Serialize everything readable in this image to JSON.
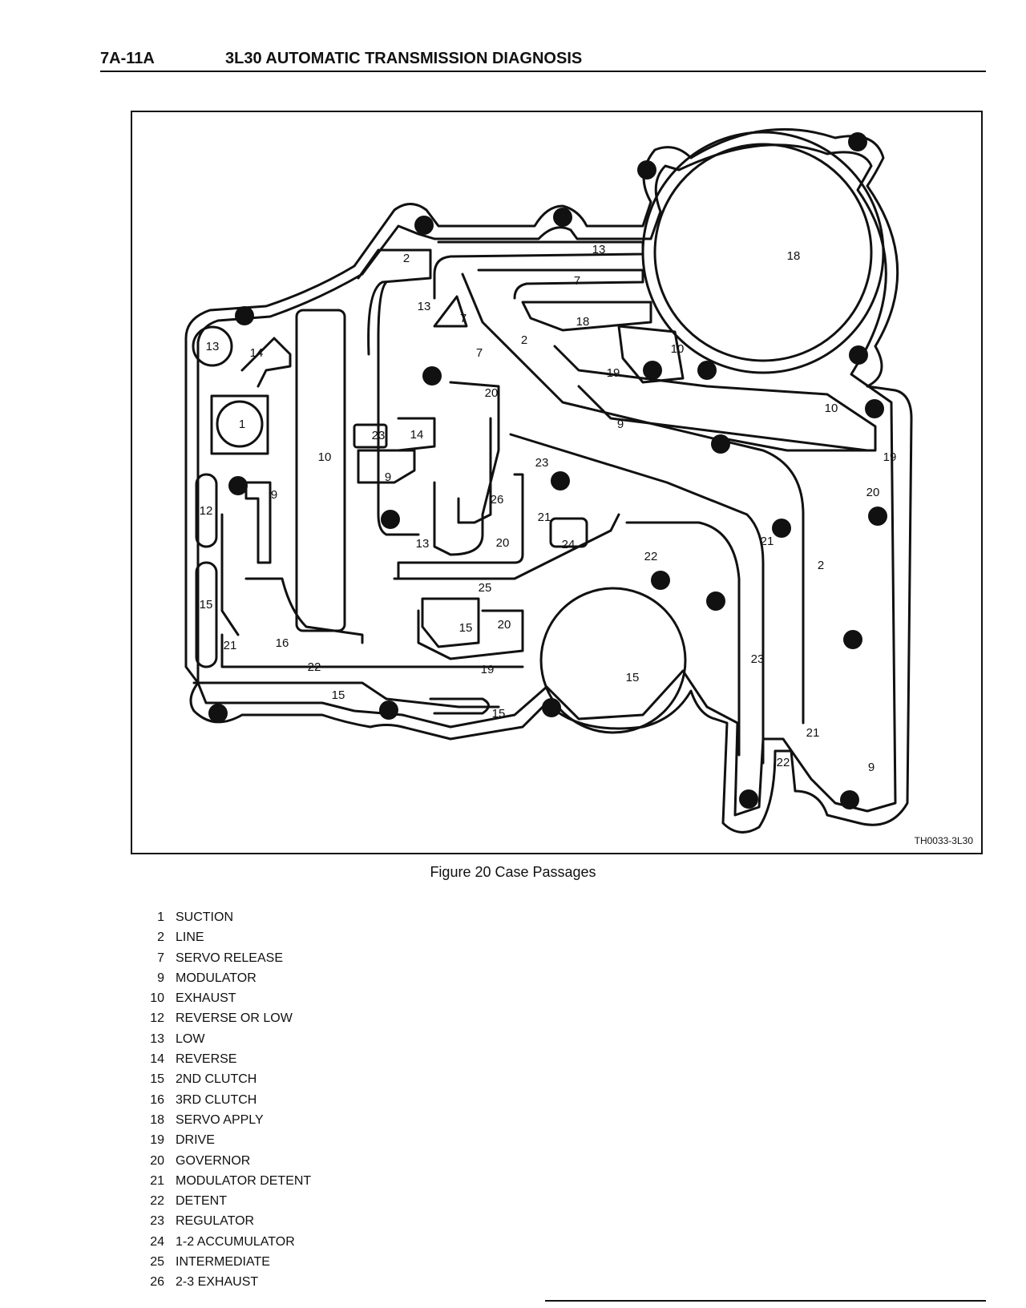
{
  "header": {
    "page_number": "7A-11A",
    "title": "3L30 AUTOMATIC TRANSMISSION DIAGNOSIS"
  },
  "figure": {
    "code": "TH0033-3L30",
    "caption": "Figure 20 Case Passages",
    "labels": [
      "13",
      "14",
      "1",
      "12",
      "15",
      "21",
      "16",
      "22",
      "15",
      "15",
      "9",
      "10",
      "23",
      "14",
      "9",
      "13",
      "2",
      "13",
      "7",
      "7",
      "20",
      "26",
      "20",
      "25",
      "15",
      "20",
      "19",
      "13",
      "7",
      "18",
      "2",
      "10",
      "19",
      "9",
      "10",
      "19",
      "20",
      "23",
      "21",
      "24",
      "22",
      "21",
      "2",
      "15",
      "23",
      "21",
      "22",
      "9",
      "18"
    ]
  },
  "legend": [
    {
      "num": "1",
      "name": "SUCTION"
    },
    {
      "num": "2",
      "name": "LINE"
    },
    {
      "num": "7",
      "name": "SERVO RELEASE"
    },
    {
      "num": "9",
      "name": "MODULATOR"
    },
    {
      "num": "10",
      "name": "EXHAUST"
    },
    {
      "num": "12",
      "name": "REVERSE OR LOW"
    },
    {
      "num": "13",
      "name": "LOW"
    },
    {
      "num": "14",
      "name": "REVERSE"
    },
    {
      "num": "15",
      "name": "2ND CLUTCH"
    },
    {
      "num": "16",
      "name": "3RD CLUTCH"
    },
    {
      "num": "18",
      "name": "SERVO APPLY"
    },
    {
      "num": "19",
      "name": "DRIVE"
    },
    {
      "num": "20",
      "name": "GOVERNOR"
    },
    {
      "num": "21",
      "name": "MODULATOR DETENT"
    },
    {
      "num": "22",
      "name": "DETENT"
    },
    {
      "num": "23",
      "name": "REGULATOR"
    },
    {
      "num": "24",
      "name": "1-2 ACCUMULATOR"
    },
    {
      "num": "25",
      "name": "INTERMEDIATE"
    },
    {
      "num": "26",
      "name": "2-3 EXHAUST"
    }
  ]
}
